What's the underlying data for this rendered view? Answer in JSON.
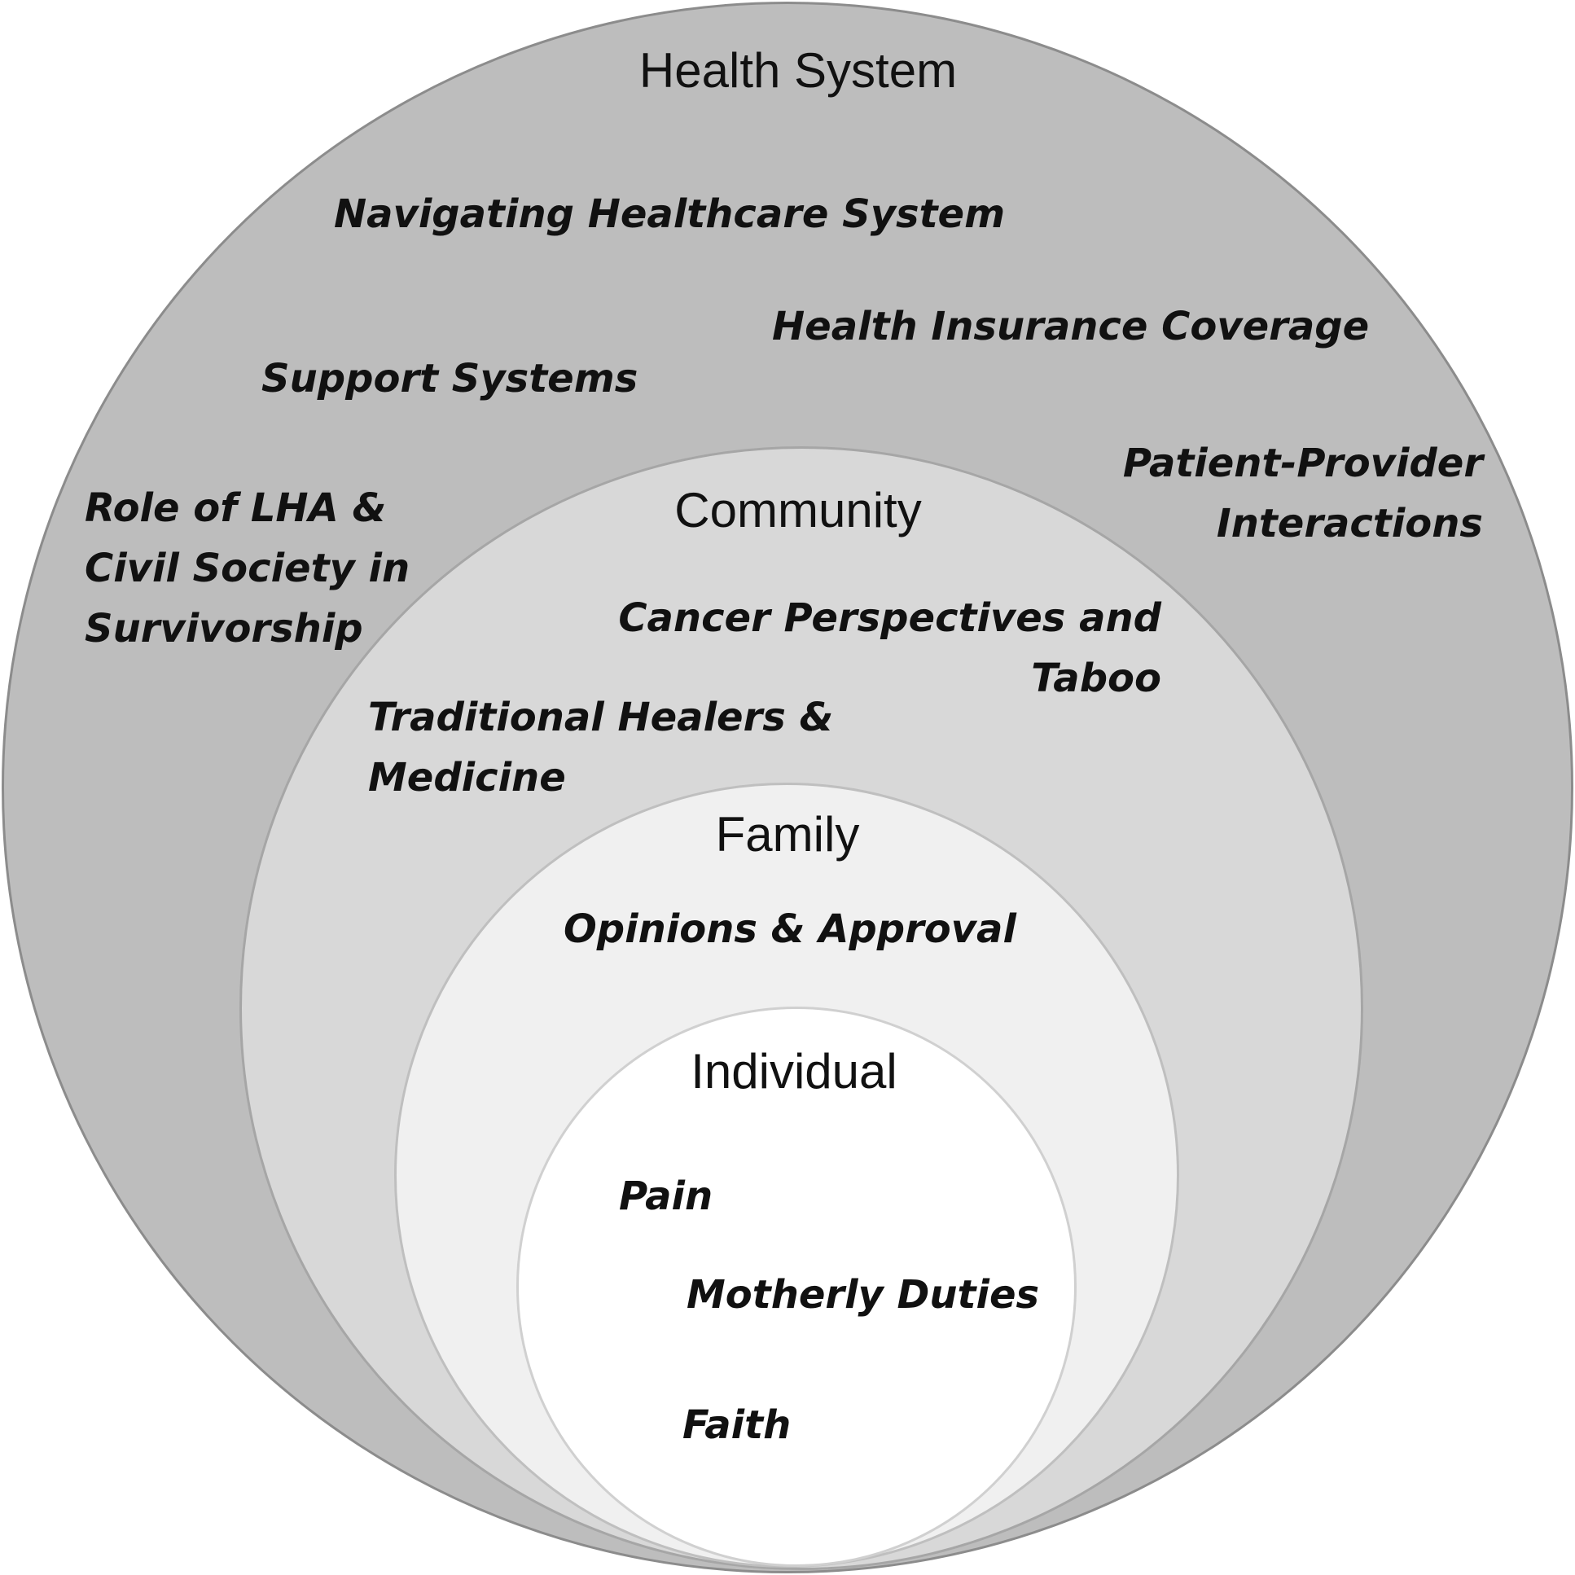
{
  "diagram": {
    "levels": [
      {
        "title": "Health System",
        "fill": "#bdbdbd",
        "themes": [
          {
            "lines": [
              "Navigating Healthcare System"
            ]
          },
          {
            "lines": [
              "Health Insurance Coverage"
            ]
          },
          {
            "lines": [
              "Support Systems"
            ]
          },
          {
            "lines": [
              "Patient-Provider",
              "Interactions"
            ]
          },
          {
            "lines": [
              "Role of LHA &",
              "Civil Society in",
              "Survivorship"
            ]
          }
        ]
      },
      {
        "title": "Community",
        "fill": "#d8d8d8",
        "themes": [
          {
            "lines": [
              "Cancer Perspectives and",
              "Taboo"
            ]
          },
          {
            "lines": [
              "Traditional Healers &",
              "Medicine"
            ]
          }
        ]
      },
      {
        "title": "Family",
        "fill": "#f0f0f0",
        "themes": [
          {
            "lines": [
              "Opinions & Approval"
            ]
          }
        ]
      },
      {
        "title": "Individual",
        "fill": "#ffffff",
        "themes": [
          {
            "lines": [
              "Pain"
            ]
          },
          {
            "lines": [
              "Motherly Duties"
            ]
          },
          {
            "lines": [
              "Faith"
            ]
          }
        ]
      }
    ]
  }
}
